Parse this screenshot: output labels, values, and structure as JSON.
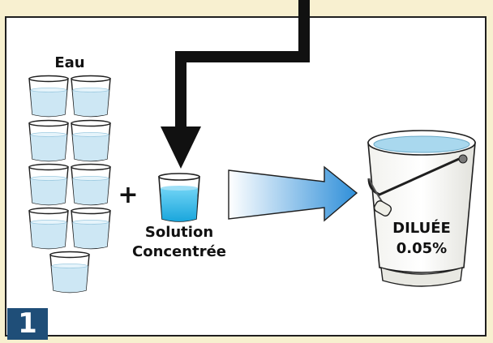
{
  "water_label": "Eau",
  "plus_sign": "+",
  "solution_line1": "Solution",
  "solution_line2": "Concentrée",
  "bucket_line1": "DILUÉE",
  "bucket_line2": "0.05%",
  "step_number": "1",
  "colors": {
    "background": "#f7f0cf",
    "panel": "#ffffff",
    "water": "#cde7f4",
    "concentrate": "#35b9e8",
    "arrow_gradient_start": "#ffffff",
    "arrow_gradient_end": "#2f8fd9",
    "badge": "#1f4e78",
    "outline": "#1f1f1f"
  }
}
